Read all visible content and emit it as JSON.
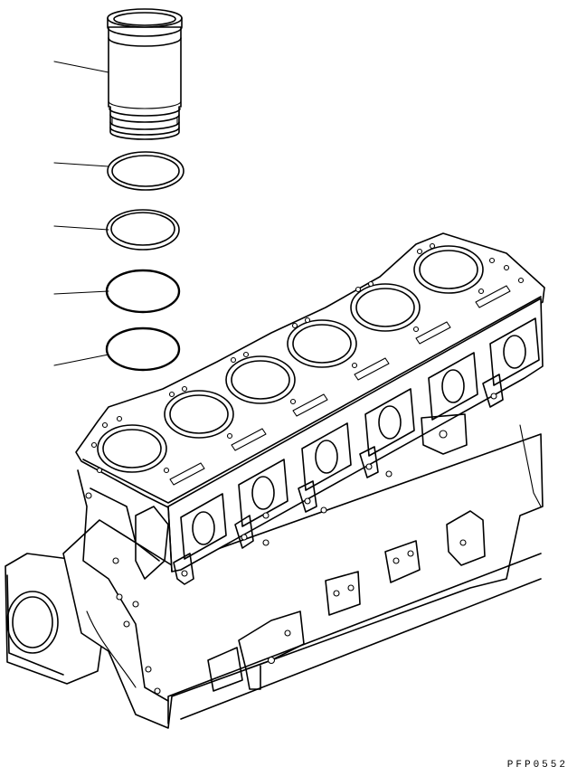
{
  "figure": {
    "code": "PFP0552"
  },
  "parts": [
    {
      "name": "cylinder-liner",
      "callout": ""
    },
    {
      "name": "liner-seal-ring-upper",
      "callout": ""
    },
    {
      "name": "liner-seal-ring-lower",
      "callout": ""
    },
    {
      "name": "o-ring-upper",
      "callout": ""
    },
    {
      "name": "o-ring-lower",
      "callout": ""
    }
  ],
  "block": {
    "cylinder_count": 6
  }
}
